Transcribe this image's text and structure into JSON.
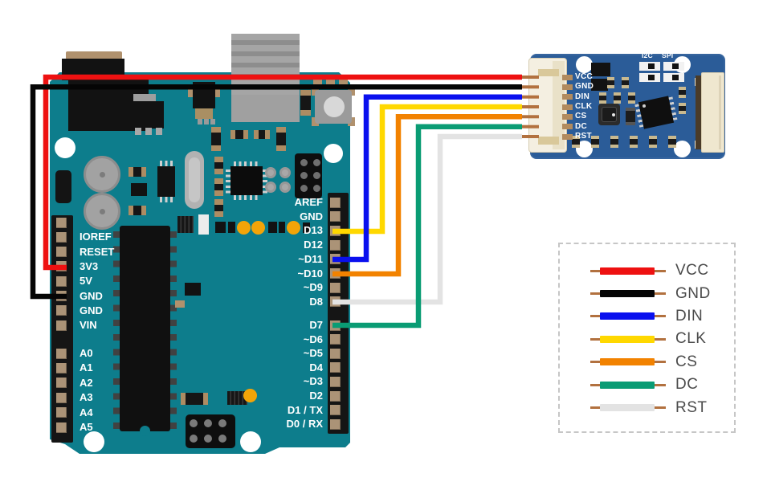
{
  "arduino": {
    "left_pins": {
      "power": [
        "",
        "IOREF",
        "RESET",
        "3V3",
        "5V",
        "GND",
        "GND",
        "VIN"
      ],
      "analog": [
        "A0",
        "A1",
        "A2",
        "A3",
        "A4",
        "A5"
      ]
    },
    "right_pins": {
      "digital_top": [
        "AREF",
        "GND",
        "D13",
        "D12",
        "~D11",
        "~D10",
        "~D9",
        "D8"
      ],
      "digital_bottom": [
        "D7",
        "~D6",
        "~D5",
        "D4",
        "~D3",
        "D2",
        "D1 / TX",
        "D0 / RX"
      ]
    }
  },
  "module": {
    "pins": [
      "VCC",
      "GND",
      "DIN",
      "CLK",
      "CS",
      "DC",
      "RST"
    ],
    "silkscreen": {
      "i2c": "I2C",
      "spi": "SPI"
    }
  },
  "wires": [
    {
      "label": "VCC",
      "color": "#ee1111",
      "arduino_pin": "3V3",
      "module_pin": "VCC"
    },
    {
      "label": "GND",
      "color": "#050505",
      "arduino_pin": "GND",
      "module_pin": "GND"
    },
    {
      "label": "DIN",
      "color": "#0a10ee",
      "arduino_pin": "~D11",
      "module_pin": "DIN"
    },
    {
      "label": "CLK",
      "color": "#ffd800",
      "arduino_pin": "D13",
      "module_pin": "CLK"
    },
    {
      "label": "CS",
      "color": "#f28200",
      "arduino_pin": "~D10",
      "module_pin": "CS"
    },
    {
      "label": "DC",
      "color": "#0a9c74",
      "arduino_pin": "D7",
      "module_pin": "DC"
    },
    {
      "label": "RST",
      "color": "#e3e3e3",
      "arduino_pin": "D8",
      "module_pin": "RST"
    }
  ],
  "colors": {
    "board": "#0d7d8c",
    "module_pcb": "#2b5c98",
    "pin_pad": "#ab9377",
    "wire_tip": "#b2713f",
    "legend_text": "#4b4b4b",
    "legend_border": "#c6c6c6"
  }
}
